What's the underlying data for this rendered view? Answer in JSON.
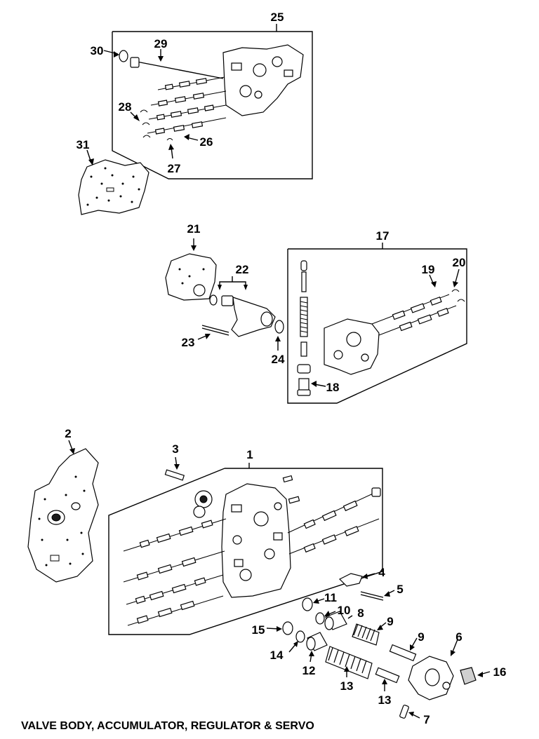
{
  "caption": "VALVE BODY, ACCUMULATOR, REGULATOR & SERVO",
  "callouts": {
    "c1": "1",
    "c2": "2",
    "c3": "3",
    "c4": "4",
    "c5": "5",
    "c6": "6",
    "c7": "7",
    "c8": "8",
    "c9a": "9",
    "c9b": "9",
    "c10": "10",
    "c11": "11",
    "c12": "12",
    "c13a": "13",
    "c13b": "13",
    "c14": "14",
    "c15": "15",
    "c16": "16",
    "c17": "17",
    "c18": "18",
    "c19": "19",
    "c20": "20",
    "c21": "21",
    "c22": "22",
    "c23": "23",
    "c24": "24",
    "c25": "25",
    "c26": "26",
    "c27": "27",
    "c28": "28",
    "c29": "29",
    "c30": "30",
    "c31": "31"
  },
  "colors": {
    "line": "#000000",
    "background": "#ffffff"
  }
}
